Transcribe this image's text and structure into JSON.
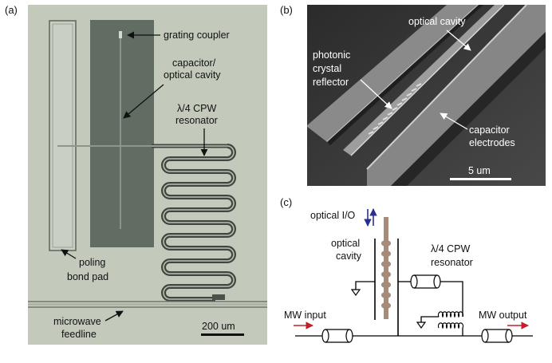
{
  "panel_a": {
    "tag": "(a)",
    "labels": {
      "grating_coupler": "grating coupler",
      "capacitor_line1": "capacitor/",
      "capacitor_line2": "optical cavity",
      "cpw_line1": "λ/4 CPW",
      "cpw_line2": "resonator",
      "poling_line1": "poling",
      "poling_line2": "bond pad",
      "feedline_line1": "microwave",
      "feedline_line2": "feedline",
      "scale": "200 um"
    },
    "colors": {
      "background": "#c3c9bb",
      "pad": "#616c63",
      "wire": "#3f4740"
    }
  },
  "panel_b": {
    "tag": "(b)",
    "labels": {
      "optical_cavity": "optical cavity",
      "phc_line1": "photonic",
      "phc_line2": "crystal",
      "phc_line3": "reflector",
      "cap_line1": "capacitor",
      "cap_line2": "electrodes",
      "scale": "5 um"
    },
    "colors": {
      "background": "#3a3a3a",
      "ridge": "#8d8d8d"
    }
  },
  "panel_c": {
    "tag": "(c)",
    "labels": {
      "optical_io": "optical I/O",
      "cavity_line1": "optical",
      "cavity_line2": "cavity",
      "cpw_line1": "λ/4 CPW",
      "cpw_line2": "resonator",
      "mw_input": "MW input",
      "mw_output": "MW output"
    },
    "colors": {
      "waveguide": "#a68b78",
      "io_arrow": "#2a2f8f",
      "mw_arrow": "#c0202a",
      "line": "#000000"
    }
  }
}
